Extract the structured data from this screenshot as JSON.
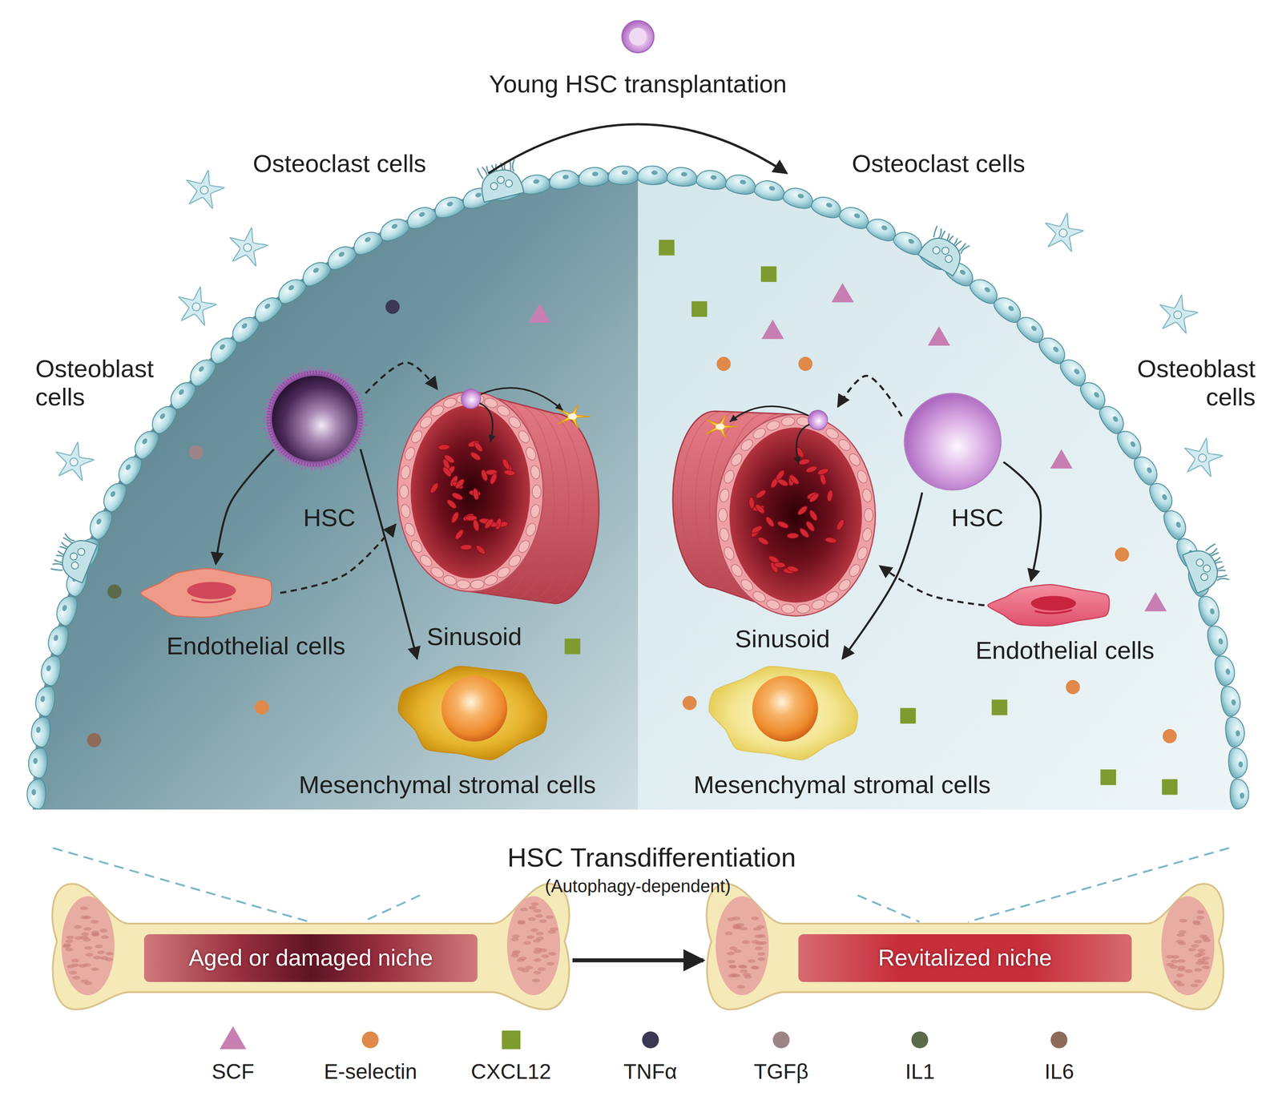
{
  "diagram": {
    "nodes": [
      {
        "text": [
          "HSC"
        ]
      },
      {
        "text": [
          "Endothelial cells"
        ]
      },
      {
        "text": [
          "Sinusoid"
        ]
      },
      {
        "text": [
          "Mesenchymal stromal cells"
        ]
      },
      {
        "text": [
          "HSC"
        ]
      },
      {
        "text": [
          "Sinusoid"
        ]
      },
      {
        "text": [
          "Endothelial cells"
        ]
      },
      {
        "text": [
          "Mesenchymal stromal cells"
        ]
      },
      {
        "text": [
          "Aged or damaged niche"
        ]
      },
      {
        "text": [
          "Revitalized niche"
        ]
      }
    ],
    "edges": [
      {
        "from": 0,
        "to": 1,
        "arrow": "to"
      },
      {
        "from": 0,
        "to": 3,
        "arrow": "to"
      },
      {
        "from": 0,
        "to": 2,
        "arrow": "to"
      },
      {
        "from": 1,
        "to": 2,
        "arrow": "to"
      },
      {
        "from": 4,
        "to": 6,
        "arrow": "to"
      },
      {
        "from": 4,
        "to": 7,
        "arrow": "to"
      },
      {
        "from": 4,
        "to": 5,
        "arrow": "to"
      },
      {
        "from": 6,
        "to": 5,
        "arrow": "to"
      },
      {
        "from": 8,
        "to": 9,
        "arrow": "to"
      }
    ],
    "labels": [
      "Young HSC transplantation",
      "Osteoclast cells",
      "Osteoclast cells",
      "Osteoblast cells",
      "Osteoblast cells",
      "HSC Transdifferentiation",
      "(Autophagy-dependent)"
    ],
    "legend": [
      {
        "text": "SCF",
        "color": "#c77fb2"
      },
      {
        "text": "E-selectin",
        "color": "#e0894a"
      },
      {
        "text": "CXCL12",
        "color": "#7d9b2f"
      },
      {
        "text": "TNFα",
        "color": "#3a3852"
      },
      {
        "text": "TGFβ",
        "color": "#9e8488"
      },
      {
        "text": "IL1",
        "color": "#5b6b4a"
      },
      {
        "text": "IL6",
        "color": "#8d6b58"
      }
    ]
  }
}
